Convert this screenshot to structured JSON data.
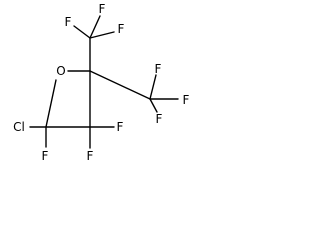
{
  "molecule": {
    "atoms": {
      "o1": "O",
      "cl": "Cl",
      "f_c2_bottom": "F",
      "f_c3_right": "F",
      "f_c3_bottom": "F",
      "f_cf3a_1": "F",
      "f_cf3a_2": "F",
      "f_cf3a_3": "F",
      "f_cf3b_1": "F",
      "f_cf3b_2": "F",
      "f_cf3b_3": "F"
    }
  }
}
